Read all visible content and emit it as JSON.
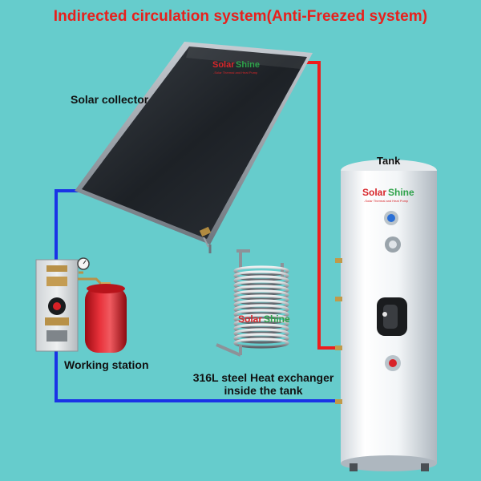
{
  "title": "Indirected circulation system(Anti-Freezed system)",
  "labels": {
    "solar_collector": "Solar  collector",
    "tank": "Tank",
    "working_station": "Working station",
    "heat_exchanger_line1": "316L steel  Heat exchanger",
    "heat_exchanger_line2": "inside the tank"
  },
  "brand": {
    "name": "SolarShine",
    "tagline": "Solar Thermal and Heat Pump"
  },
  "colors": {
    "background": "#66cccc",
    "title": "#e8201c",
    "hot_pipe": "#ee1c1c",
    "cold_pipe": "#1a33e6"
  }
}
